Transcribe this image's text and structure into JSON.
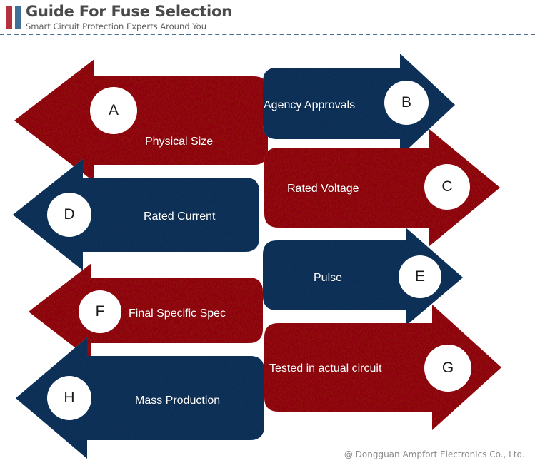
{
  "header": {
    "title": "Guide For Fuse Selection",
    "subtitle": "Smart Circuit Protection Experts Around You",
    "logo_bar_red": "#b5323c",
    "logo_bar_blue": "#3f6f95",
    "divider_color": "#4a6f93"
  },
  "colors": {
    "red": "#bf303a",
    "blue": "#3f6f95",
    "badge_bg": "#ffffff",
    "label_text": "#ffffff",
    "badge_text": "#1a1a1a",
    "page_bg": "#ffffff",
    "footer_text": "#8b8b8b"
  },
  "diagram": {
    "type": "process-flow-zigzag",
    "steps": [
      {
        "key": "A",
        "badge": "A",
        "label": "Physical Size",
        "color": "#bf303a",
        "direction": "left",
        "column": "left"
      },
      {
        "key": "B",
        "badge": "B",
        "label": "Agency Approvals",
        "color": "#3f6f95",
        "direction": "right",
        "column": "right"
      },
      {
        "key": "C",
        "badge": "C",
        "label": "Rated Voltage",
        "color": "#bf303a",
        "direction": "right",
        "column": "right"
      },
      {
        "key": "D",
        "badge": "D",
        "label": "Rated Current",
        "color": "#3f6f95",
        "direction": "left",
        "column": "left"
      },
      {
        "key": "E",
        "badge": "E",
        "label": "Pulse",
        "color": "#3f6f95",
        "direction": "right",
        "column": "right"
      },
      {
        "key": "F",
        "badge": "F",
        "label": "Final Specific Spec",
        "color": "#bf303a",
        "direction": "left",
        "column": "left"
      },
      {
        "key": "G",
        "badge": "G",
        "label": "Tested in actual circuit",
        "color": "#bf303a",
        "direction": "right",
        "column": "right"
      },
      {
        "key": "H",
        "badge": "H",
        "label": "Mass Production",
        "color": "#3f6f95",
        "direction": "left",
        "column": "left"
      }
    ]
  },
  "footer": {
    "credit": "@ Dongguan Ampfort Electronics Co., Ltd."
  }
}
